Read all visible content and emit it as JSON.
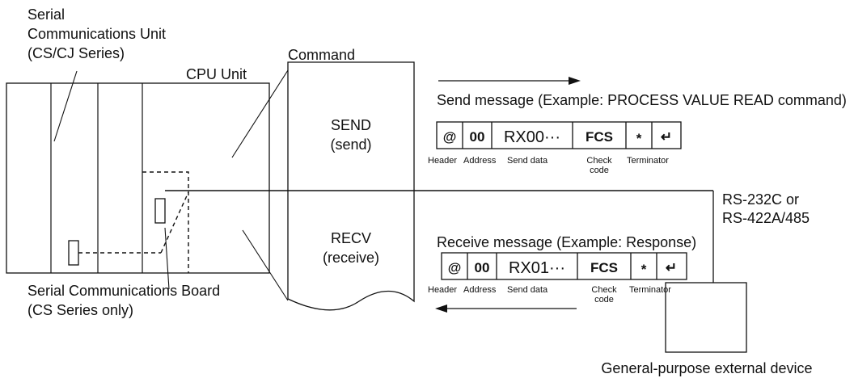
{
  "labels": {
    "scu": [
      "Serial",
      "Communications Unit",
      "(CS/CJ Series)"
    ],
    "cpu_unit": "CPU Unit",
    "command": "Command",
    "send_title": "SEND",
    "send_sub": "(send)",
    "recv_title": "RECV",
    "recv_sub": "(receive)",
    "scb": [
      "Serial Communications Board",
      "(CS Series only)"
    ],
    "send_message": "Send message (Example: PROCESS VALUE READ command)",
    "receive_message": "Receive message (Example: Response)",
    "rs": [
      "RS-232C or",
      "RS-422A/485"
    ],
    "external_device": "General-purpose external device"
  },
  "send_frame": {
    "fields": [
      "@",
      "00",
      "RX00···",
      "FCS",
      "*",
      "↵"
    ],
    "captions": [
      "Header",
      "Address",
      "Send data",
      "Check",
      "code",
      "Terminator"
    ]
  },
  "recv_frame": {
    "fields": [
      "@",
      "00",
      "RX01···",
      "FCS",
      "*",
      "↵"
    ],
    "captions": [
      "Header",
      "Address",
      "Send data",
      "Check",
      "code",
      "Terminator"
    ]
  }
}
